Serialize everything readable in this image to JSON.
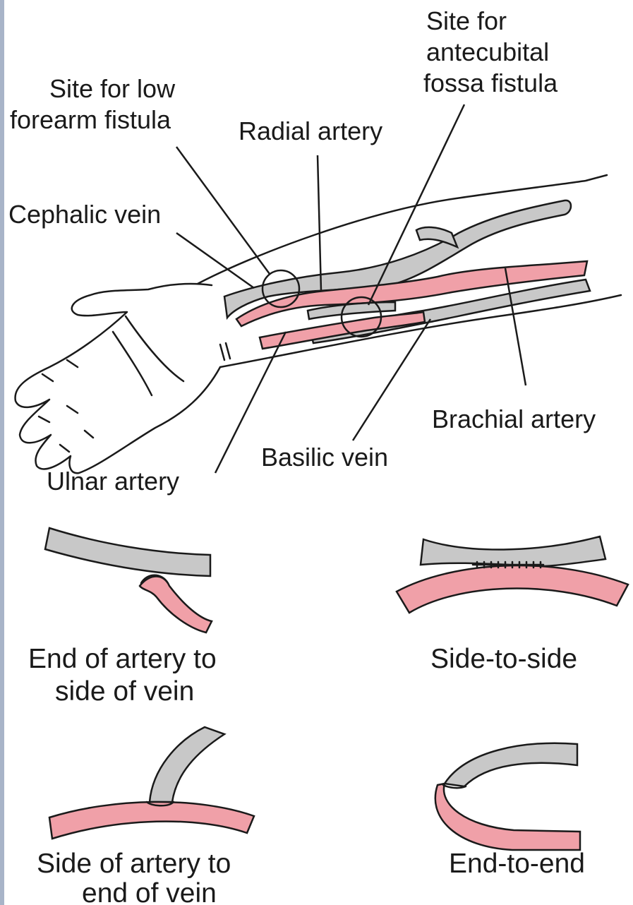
{
  "labels": {
    "site_antecubital": [
      "Site for",
      "antecubital",
      "fossa fistula"
    ],
    "site_low_forearm": [
      "Site for low",
      "forearm fistula"
    ],
    "radial_artery": "Radial artery",
    "cephalic_vein": "Cephalic vein",
    "brachial_artery": "Brachial artery",
    "basilic_vein": "Basilic vein",
    "ulnar_artery": "Ulnar artery"
  },
  "anastomoses": {
    "end_artery_side_vein": [
      "End of artery to",
      "side of vein"
    ],
    "side_to_side": "Side-to-side",
    "side_artery_end_vein": [
      "Side of artery to",
      "end of vein"
    ],
    "end_to_end": "End-to-end"
  },
  "colors": {
    "vein": "#c8c8c8",
    "artery": "#f0a0a8",
    "outline": "#1a1a1a",
    "frame": "#a8b4c8"
  }
}
